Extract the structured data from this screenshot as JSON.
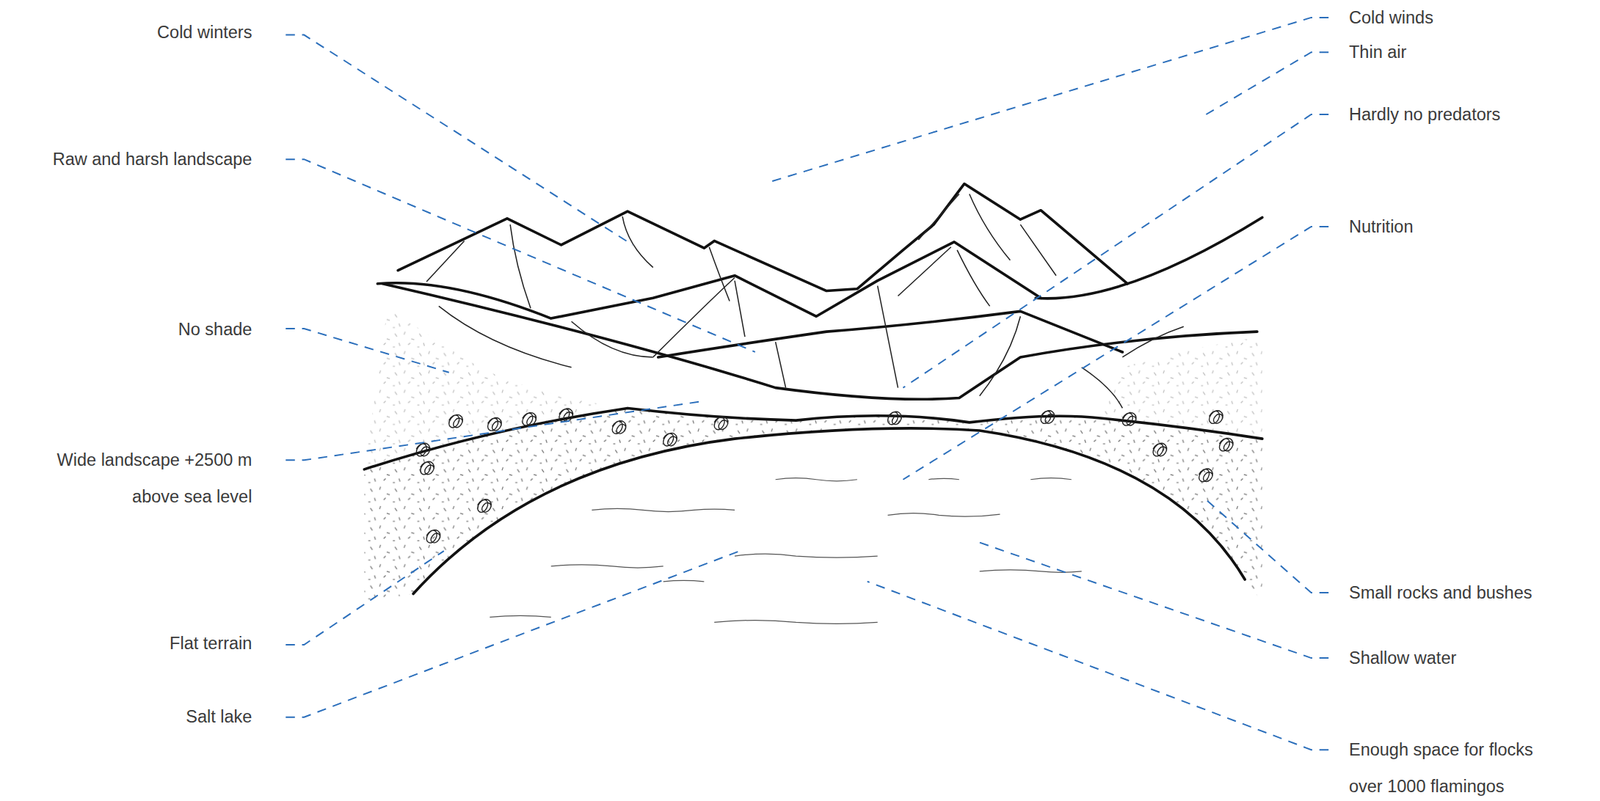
{
  "diagram": {
    "labels": [
      "Cold winters",
      "Raw and harsh landscape",
      "No shade",
      "Wide landscape +2500 m above sea level",
      "Flat terrain",
      "Salt lake",
      "Cold winds",
      "Thin air",
      "Hardly no predators",
      "Nutrition",
      "Small rocks and bushes",
      "Shallow water",
      "Enough space for flocks over 1000 flamingos"
    ]
  }
}
